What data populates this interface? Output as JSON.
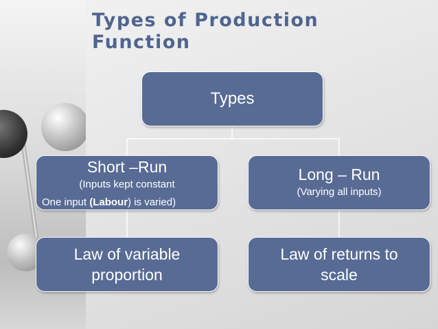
{
  "slide": {
    "title": "Types of Production\nFunction"
  },
  "diagram": {
    "root": {
      "label": "Types"
    },
    "short_run": {
      "label": "Short –Run",
      "sub": "(Inputs kept constant",
      "detail_prefix": "One input ",
      "detail_bold": "(Labour",
      "detail_suffix": ") is varied)"
    },
    "long_run": {
      "label": "Long – Run",
      "sub": "(Varying all inputs)"
    },
    "law_variable": {
      "label": "Law of variable\nproportion"
    },
    "law_returns": {
      "label": "Law of returns to\nscale"
    }
  },
  "colors": {
    "box_fill": "#586b94",
    "title": "#4f6590",
    "connector": "#ffffff"
  }
}
